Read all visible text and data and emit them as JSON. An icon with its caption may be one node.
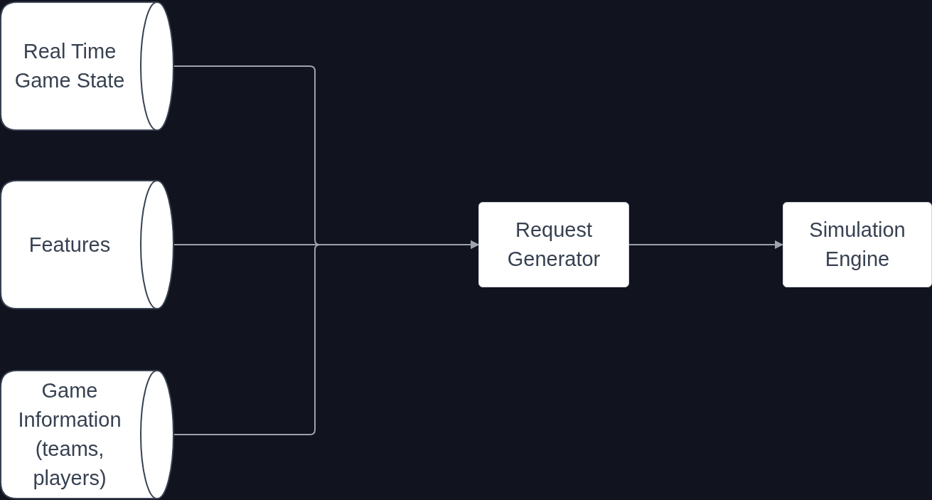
{
  "diagram": {
    "nodes": [
      {
        "text": [
          "Real Time Game State"
        ]
      },
      {
        "text": [
          "Features"
        ]
      },
      {
        "text": [
          "Game Information (teams, players)"
        ]
      },
      {
        "text": [
          "Request Generator"
        ]
      },
      {
        "text": [
          "Simulation Engine"
        ]
      }
    ],
    "edges": [
      {
        "from": 0,
        "to": 3,
        "arrow": "to"
      },
      {
        "from": 1,
        "to": 3,
        "arrow": "to"
      },
      {
        "from": 2,
        "to": 3,
        "arrow": "to"
      },
      {
        "from": 3,
        "to": 4,
        "arrow": "to"
      }
    ]
  }
}
